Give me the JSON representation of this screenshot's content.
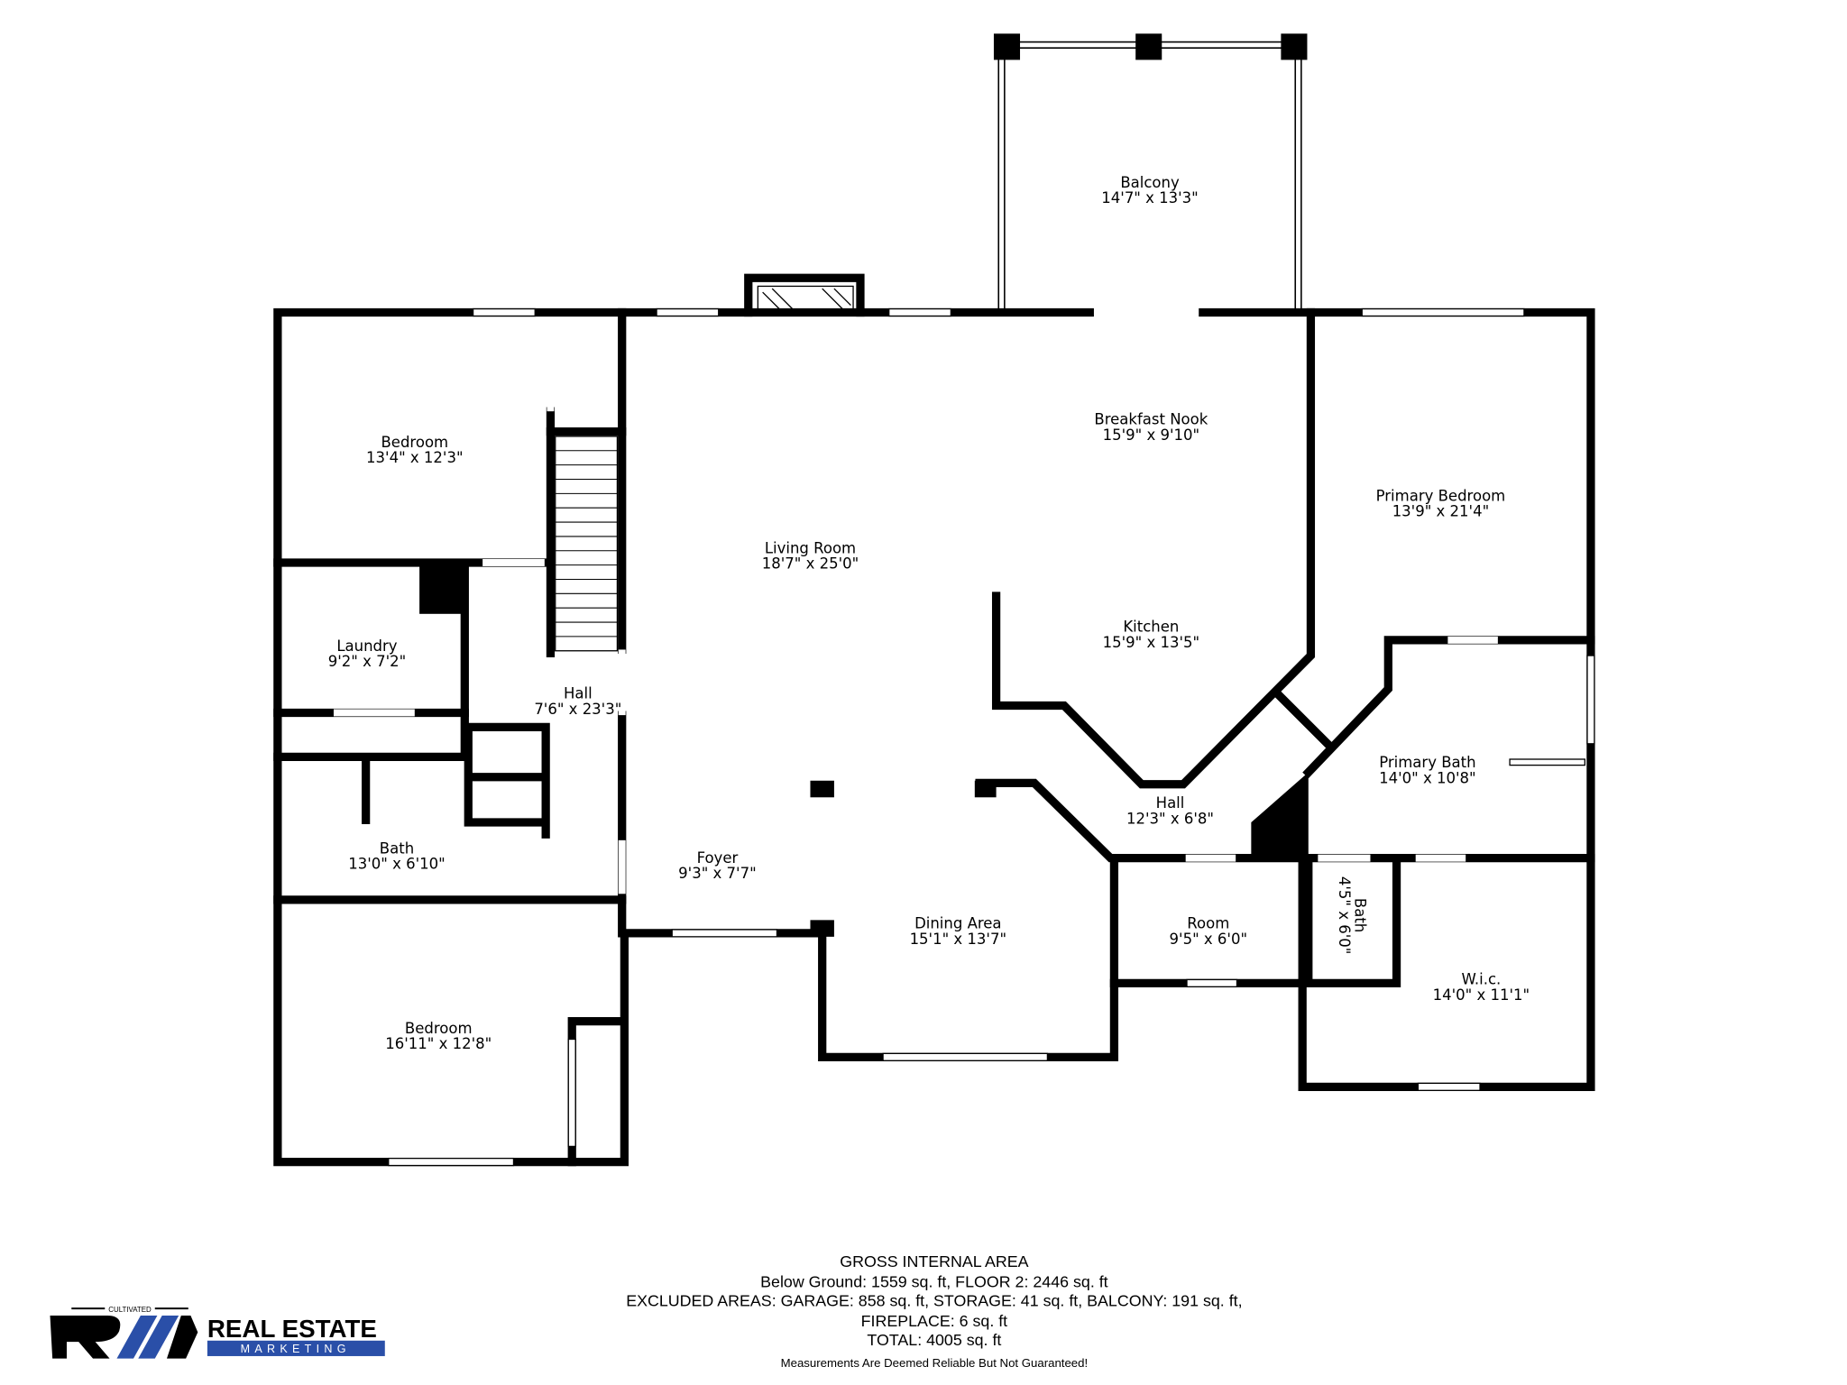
{
  "rooms": {
    "balcony": {
      "name": "Balcony",
      "size": "14'7\" x 13'3\""
    },
    "breakfast_nook": {
      "name": "Breakfast Nook",
      "size": "15'9\" x 9'10\""
    },
    "bedroom_top": {
      "name": "Bedroom",
      "size": "13'4\" x 12'3\""
    },
    "living_room": {
      "name": "Living Room",
      "size": "18'7\" x 25'0\""
    },
    "primary_bedroom": {
      "name": "Primary Bedroom",
      "size": "13'9\" x 21'4\""
    },
    "kitchen": {
      "name": "Kitchen",
      "size": "15'9\" x 13'5\""
    },
    "laundry": {
      "name": "Laundry",
      "size": "9'2\" x 7'2\""
    },
    "hall_left": {
      "name": "Hall",
      "size": "7'6\" x 23'3\""
    },
    "primary_bath": {
      "name": "Primary Bath",
      "size": "14'0\" x 10'8\""
    },
    "hall_center": {
      "name": "Hall",
      "size": "12'3\" x 6'8\""
    },
    "bath_left": {
      "name": "Bath",
      "size": "13'0\" x 6'10\""
    },
    "foyer": {
      "name": "Foyer",
      "size": "9'3\" x 7'7\""
    },
    "dining_area": {
      "name": "Dining Area",
      "size": "15'1\" x 13'7\""
    },
    "room": {
      "name": "Room",
      "size": "9'5\" x 6'0\""
    },
    "bath_small": {
      "name": "Bath",
      "size": "4'5\" x 6'0\""
    },
    "wic": {
      "name": "W.i.c.",
      "size": "14'0\" x 11'1\""
    },
    "bedroom_bottom": {
      "name": "Bedroom",
      "size": "16'11\" x 12'8\""
    }
  },
  "summary": {
    "title": "GROSS INTERNAL AREA",
    "line1": "Below Ground: 1559 sq. ft, FLOOR 2: 2446 sq. ft",
    "line2": "EXCLUDED AREAS: GARAGE: 858 sq. ft, STORAGE: 41 sq. ft, BALCONY: 191 sq. ft,",
    "line3": "FIREPLACE: 6 sq. ft",
    "total": "TOTAL: 4005 sq. ft",
    "disclaimer": "Measurements Are Deemed Reliable But Not Guaranteed!"
  },
  "logo": {
    "tagline": "CULTIVATED",
    "name": "REAL ESTATE",
    "sub": "MARKETING",
    "accent": "#2a4fa8"
  }
}
